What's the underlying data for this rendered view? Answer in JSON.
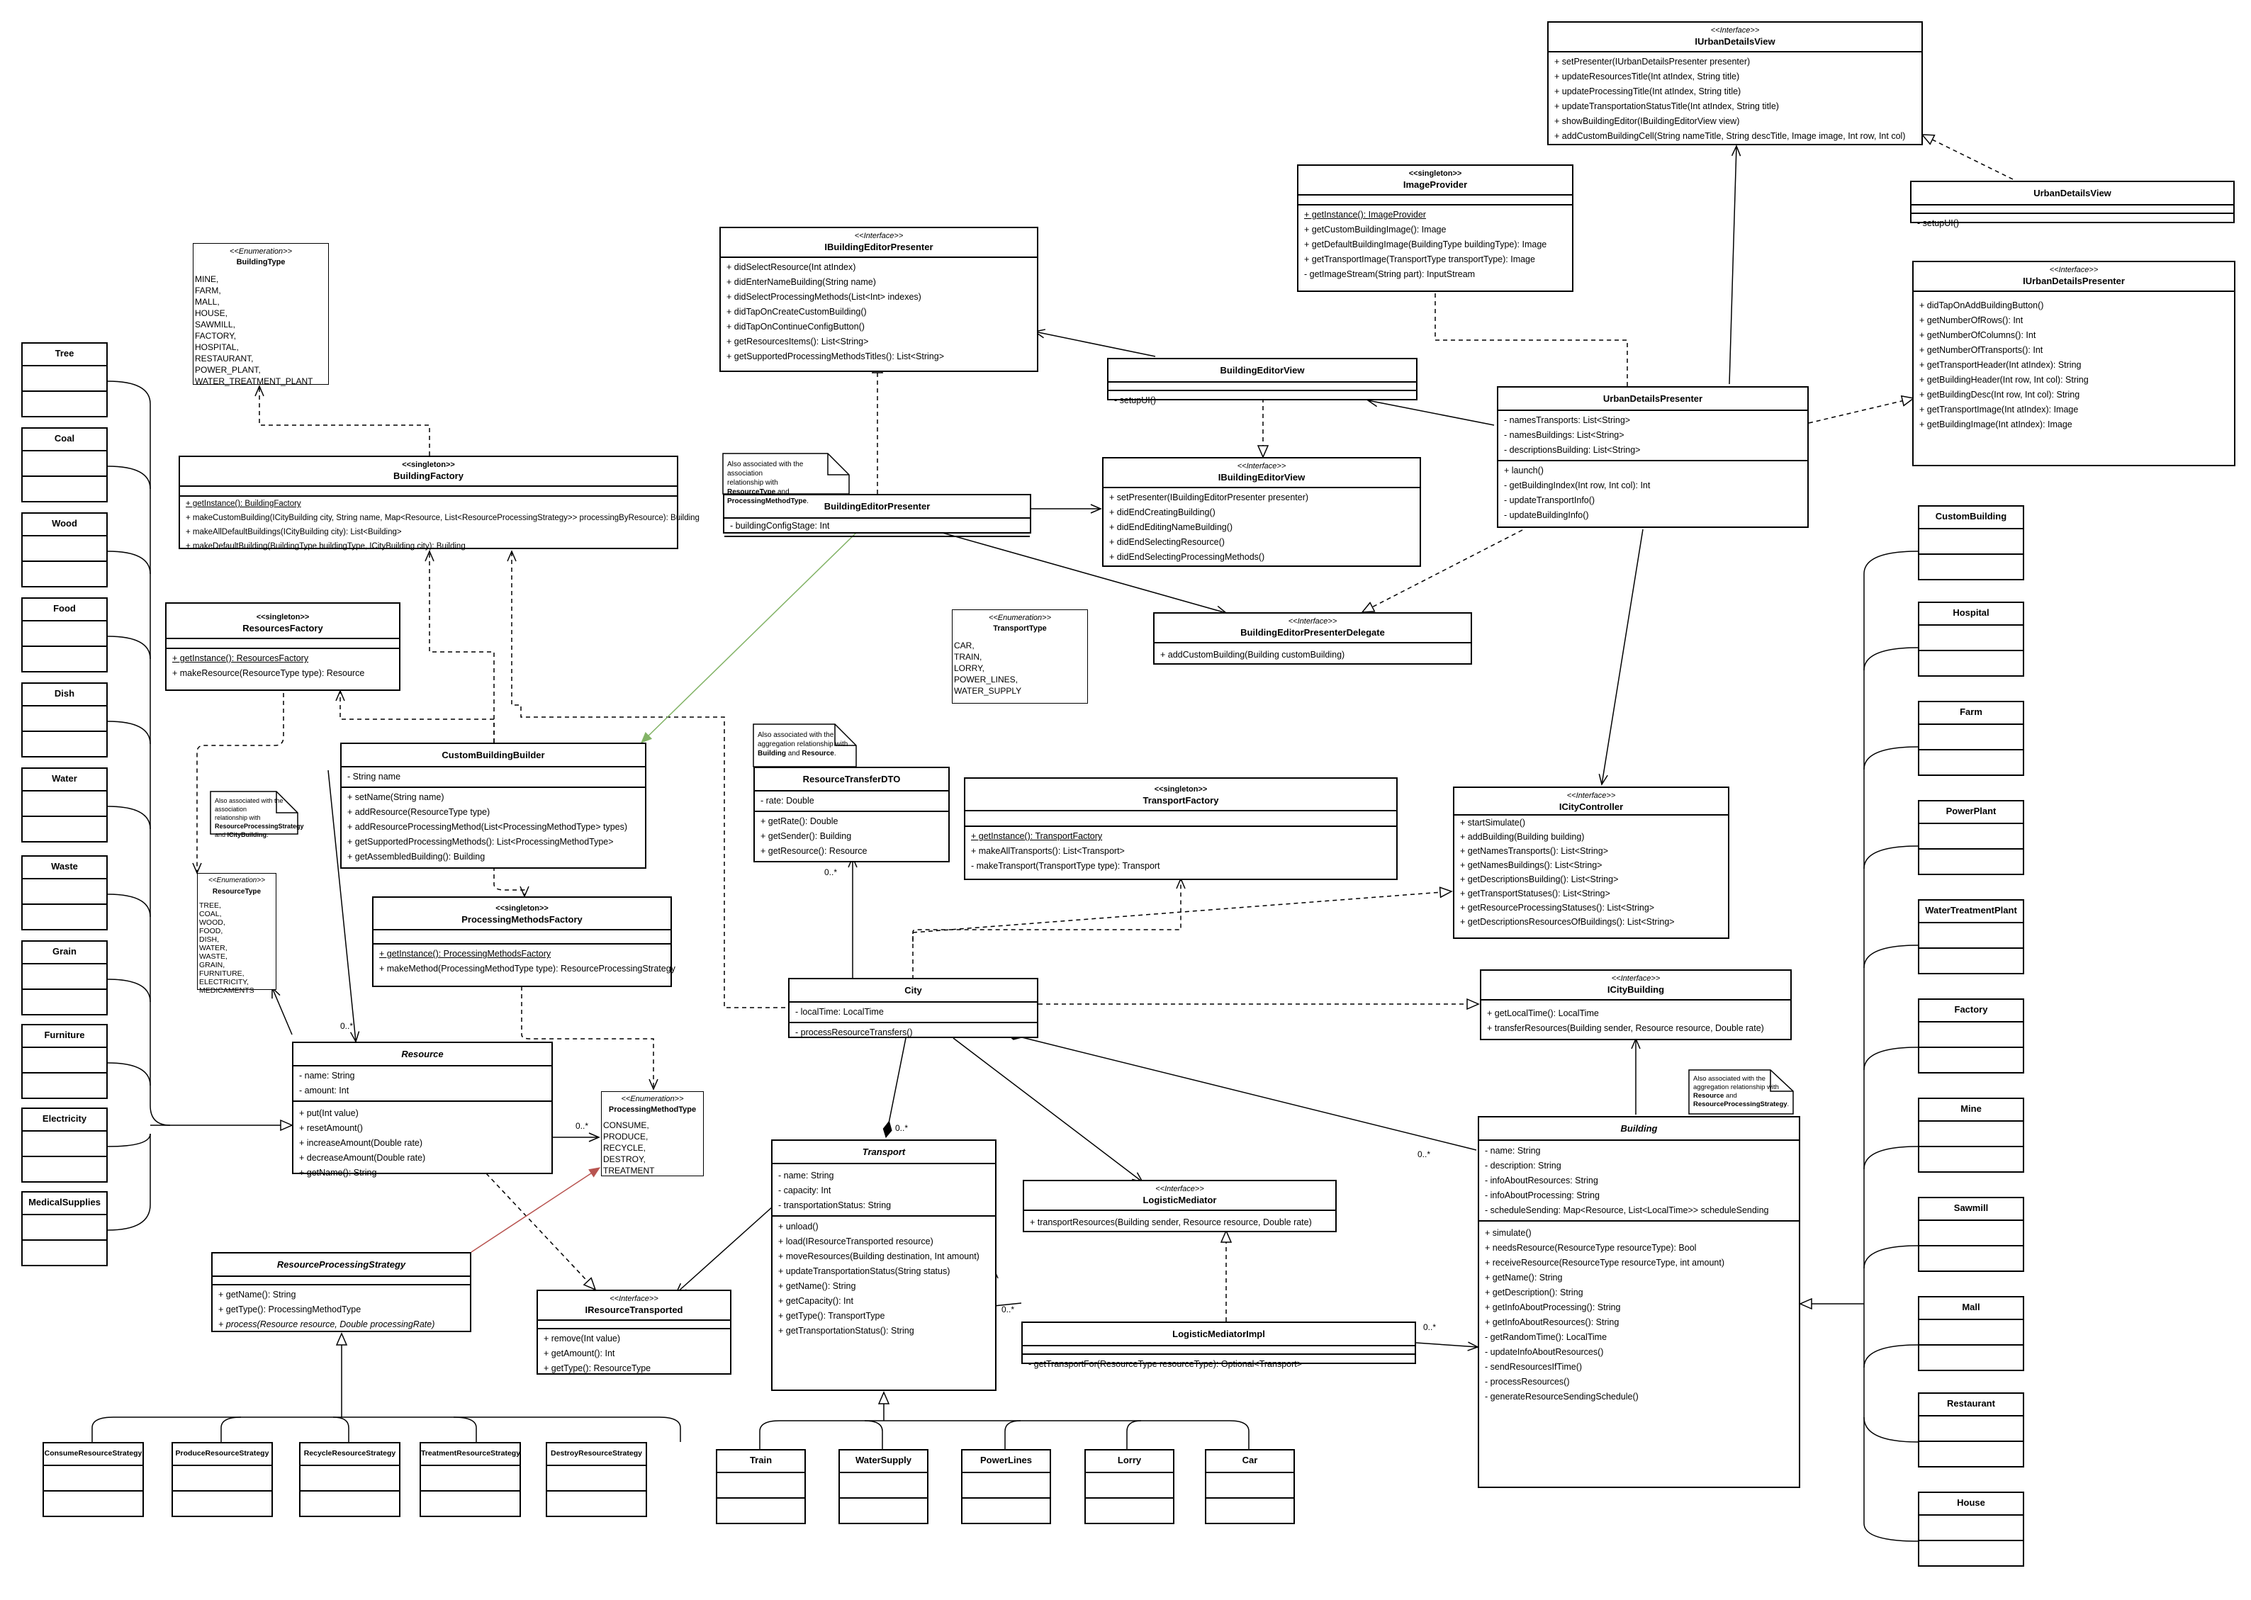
{
  "classes": {
    "iurban_view": {
      "stereotype": "<<Interface>>",
      "name": "IUrbanDetailsView",
      "methods": [
        "+ setPresenter(IUrbanDetailsPresenter presenter)",
        "+ updateResourcesTitle(Int atIndex, String title)",
        "+ updateProcessingTitle(Int atIndex, String title)",
        "+ updateTransportationStatusTitle(Int atIndex, String title)",
        "+ showBuildingEditor(IBuildingEditorView view)",
        "+ addCustomBuildingCell(String nameTitle, String descTitle, Image image, Int row, Int col)"
      ]
    },
    "urban_view": {
      "name": "UrbanDetailsView",
      "methods": [
        "- setupUI()"
      ]
    },
    "iurban_presenter": {
      "stereotype": "<<Interface>>",
      "name": "IUrbanDetailsPresenter",
      "methods": [
        "+ didTapOnAddBuildingButton()",
        "+ getNumberOfRows(): Int",
        "+ getNumberOfColumns(): Int",
        "+ getNumberOfTransports(): Int",
        "+ getTransportHeader(Int atIndex): String",
        "+ getBuildingHeader(Int row, Int col): String",
        "+ getBuildingDesc(Int row, Int col): String",
        "+ getTransportImage(Int atIndex): Image",
        "+ getBuildingImage(Int atIndex): Image"
      ]
    },
    "image_provider": {
      "stereotype": "<<singleton>>",
      "name": "ImageProvider",
      "methods": [
        "+ getInstance(): ImageProvider",
        "+ getCustomBuildingImage(): Image",
        "+ getDefaultBuildingImage(BuildingType buildingType): Image",
        "+ getTransportImage(TransportType transportType): Image",
        "- getImageStream(String part): InputStream"
      ]
    },
    "ibe_presenter": {
      "stereotype": "<<Interface>>",
      "name": "IBuildingEditorPresenter",
      "methods": [
        "+ didSelectResource(Int atIndex)",
        "+ didEnterNameBuilding(String name)",
        "+ didSelectProcessingMethods(List<Int> indexes)",
        "+ didTapOnCreateCustomBuilding()",
        "+ didTapOnContinueConfigButton()",
        "+ getResourcesItems(): List<String>",
        "+ getSupportedProcessingMethodsTitles(): List<String>"
      ]
    },
    "be_view": {
      "name": "BuildingEditorView",
      "methods": [
        "- setupUI()"
      ]
    },
    "urban_presenter": {
      "name": "UrbanDetailsPresenter",
      "attributes": [
        "- namesTransports: List<String>",
        "- namesBuildings: List<String>",
        "- descriptionsBuilding: List<String>"
      ],
      "methods": [
        "+ launch()",
        "- getBuildingIndex(Int row, Int col): Int",
        "- updateTransportInfo()",
        "- updateBuildingInfo()"
      ]
    },
    "building_type": {
      "stereotype": "<<Enumeration>>",
      "name": "BuildingType",
      "values": [
        "MINE,",
        "FARM,",
        "MALL,",
        "HOUSE,",
        "SAWMILL,",
        "FACTORY,",
        "HOSPITAL,",
        "RESTAURANT,",
        "POWER_PLANT,",
        "WATER_TREATMENT_PLANT"
      ]
    },
    "building_factory": {
      "stereotype": "<<singleton>>",
      "name": "BuildingFactory",
      "methods": [
        "+ getInstance(): BuildingFactory",
        "+ makeCustomBuilding(ICityBuilding city, String name, Map<Resource, List<ResourceProcessingStrategy>> processingByResource): Building",
        "+ makeAllDefaultBuildings(ICityBuilding city): List<Building>",
        "+ makeDefaultBuilding(BuildingType buildingType, ICityBuilding city): Building"
      ]
    },
    "be_presenter": {
      "name": "BuildingEditorPresenter",
      "attributes": [
        "- buildingConfigStage: Int"
      ]
    },
    "ibe_view": {
      "stereotype": "<<Interface>>",
      "name": "IBuildingEditorView",
      "methods": [
        "+ setPresenter(IBuildingEditorPresenter presenter)",
        "+ didEndCreatingBuilding()",
        "+ didEndEditingNameBuilding()",
        "+ didEndSelectingResource()",
        "+ didEndSelectingProcessingMethods()"
      ]
    },
    "be_delegate": {
      "stereotype": "<<Interface>>",
      "name": "BuildingEditorPresenterDelegate",
      "methods": [
        "+ addCustomBuilding(Building customBuilding)"
      ]
    },
    "resources_factory": {
      "stereotype": "<<singleton>>",
      "name": "ResourcesFactory",
      "methods": [
        "+ getInstance(): ResourcesFactory",
        "+ makeResource(ResourceType type): Resource"
      ]
    },
    "transport_type": {
      "stereotype": "<<Enumeration>>",
      "name": "TransportType",
      "values": [
        "CAR,",
        "TRAIN,",
        "LORRY,",
        "POWER_LINES,",
        "WATER_SUPPLY"
      ]
    },
    "custom_builder": {
      "name": "CustomBuildingBuilder",
      "attributes": [
        "- String name"
      ],
      "methods": [
        "+ setName(String name)",
        "+ addResource(ResourceType type)",
        "+ addResourceProcessingMethod(List<ProcessingMethodType> types)",
        "+ getSupportedProcessingMethods(): List<ProcessingMethodType>",
        "+ getAssembledBuilding(): Building"
      ]
    },
    "resource_dto": {
      "name": "ResourceTransferDTO",
      "attributes": [
        "- rate: Double"
      ],
      "methods": [
        "+ getRate(): Double",
        "+ getSender(): Building",
        "+ getResource(): Resource"
      ]
    },
    "transport_factory": {
      "stereotype": "<<singleton>>",
      "name": "TransportFactory",
      "methods": [
        "+ getInstance(): TransportFactory",
        "+ makeAllTransports(): List<Transport>",
        "- makeTransport(TransportType type): Transport"
      ]
    },
    "icity_controller": {
      "stereotype": "<<Interface>>",
      "name": "ICityController",
      "methods": [
        "+ startSimulate()",
        "+ addBuilding(Building building)",
        "+ getNamesTransports(): List<String>",
        "+ getNamesBuildings(): List<String>",
        "+ getDescriptionsBuilding(): List<String>",
        "+ getTransportStatuses(): List<String>",
        "+ getResourceProcessingStatuses(): List<String>",
        "+ getDescriptionsResourcesOfBuildings(): List<String>"
      ]
    },
    "resource_type": {
      "stereotype": "<<Enumeration>>",
      "name": "ResourceType",
      "values": [
        "TREE,",
        "COAL,",
        "WOOD,",
        "FOOD,",
        "DISH,",
        "WATER,",
        "WASTE,",
        "GRAIN,",
        "FURNITURE,",
        "ELECTRICITY,",
        "MEDICAMENTS"
      ]
    },
    "pm_factory": {
      "stereotype": "<<singleton>>",
      "name": "ProcessingMethodsFactory",
      "methods": [
        "+ getInstance(): ProcessingMethodsFactory",
        "+ makeMethod(ProcessingMethodType type): ResourceProcessingStrategy"
      ]
    },
    "city": {
      "name": "City",
      "attributes": [
        "- localTime: LocalTime"
      ],
      "methods": [
        "- processResourceTransfers()"
      ]
    },
    "icity_building": {
      "stereotype": "<<Interface>>",
      "name": "ICityBuilding",
      "methods": [
        "+ getLocalTime(): LocalTime",
        "+ transferResources(Building sender, Resource resource, Double rate)"
      ]
    },
    "resource": {
      "name": "Resource",
      "attributes": [
        "- name: String",
        "- amount: Int"
      ],
      "methods": [
        "+ put(Int value)",
        "+ resetAmount()",
        "+ increaseAmount(Double rate)",
        "+ decreaseAmount(Double rate)",
        "+ getName(): String"
      ]
    },
    "pm_type": {
      "stereotype": "<<Enumeration>>",
      "name": "ProcessingMethodType",
      "values": [
        "CONSUME,",
        "PRODUCE,",
        "RECYCLE,",
        "DESTROY,",
        "TREATMENT"
      ]
    },
    "transport": {
      "name": "Transport",
      "attributes": [
        "- name: String",
        "- capacity: Int",
        "- transportationStatus: String"
      ],
      "methods": [
        "+ unload()",
        "+ load(IResourceTransported resource)",
        "+ moveResources(Building destination, Int amount)",
        "+ updateTransportationStatus(String status)",
        "+ getName(): String",
        "+ getCapacity(): Int",
        "+ getType(): TransportType",
        "+ getTransportationStatus(): String"
      ]
    },
    "logistic_mediator": {
      "stereotype": "<<Interface>>",
      "name": "LogisticMediator",
      "methods": [
        "+ transportResources(Building sender, Resource resource, Double rate)"
      ]
    },
    "building": {
      "name": "Building",
      "attributes": [
        "- name: String",
        "- description: String",
        "- infoAboutResources: String",
        "- infoAboutProcessing: String",
        "- scheduleSending: Map<Resource, List<LocalTime>> scheduleSending"
      ],
      "methods": [
        "+ simulate()",
        "+ needsResource(ResourceType resourceType): Bool",
        "+ receiveResource(ResourceType resourceType, int amount)",
        "+ getName(): String",
        "+ getDescription(): String",
        "+ getInfoAboutProcessing(): String",
        "+ getInfoAboutResources(): String",
        "- getRandomTime(): LocalTime",
        "- updateInfoAboutResources()",
        "- sendResourcesIfTime()",
        "- processResources()",
        "- generateResourceSendingSchedule()"
      ]
    },
    "rps": {
      "name": "ResourceProcessingStrategy",
      "methods": [
        "+ getName(): String",
        "+ getType(): ProcessingMethodType",
        "+ process(Resource resource, Double processingRate)"
      ]
    },
    "iresource_transported": {
      "stereotype": "<<Interface>>",
      "name": "IResourceTransported",
      "methods": [
        "+ remove(Int value)",
        "+ getAmount(): Int",
        "+ getType(): ResourceType"
      ]
    },
    "logistic_impl": {
      "name": "LogisticMediatorImpl",
      "methods": [
        "- getTransportFor(ResourceType resourceType): Optional<Transport>"
      ]
    }
  },
  "resource_subclasses": [
    "Tree",
    "Coal",
    "Wood",
    "Food",
    "Dish",
    "Water",
    "Waste",
    "Grain",
    "Furniture",
    "Electricity",
    "MedicalSupplies"
  ],
  "building_subclasses": [
    "CustomBuilding",
    "Hospital",
    "Farm",
    "PowerPlant",
    "WaterTreatmentPlant",
    "Factory",
    "Mine",
    "Sawmill",
    "Mall",
    "Restaurant",
    "House"
  ],
  "strategy_subclasses": [
    "ConsumeResourceStrategy",
    "ProduceResourceStrategy",
    "RecycleResourceStrategy",
    "TreatmentResourceStrategy",
    "DestroyResourceStrategy"
  ],
  "transport_subclasses": [
    "Train",
    "WaterSupply",
    "PowerLines",
    "Lorry",
    "Car"
  ],
  "notes": {
    "n1": [
      "Also associated with the association",
      "relationship with ",
      "ResourceType",
      " and ",
      "ProcessingMethodType",
      "."
    ],
    "n2": [
      "Also associated with the",
      "aggregation relationship with",
      "Building",
      " and ",
      "Resource",
      "."
    ],
    "n3": [
      "Also associated with the association",
      "relationship with",
      "ResourceProcessingStrategy",
      " and ",
      "ICityBuilding",
      "."
    ],
    "n4": [
      "Also associated with the",
      "aggregation relationship with",
      "Resource",
      " and ",
      "ResourceProcessingStrategy",
      "."
    ]
  },
  "multiplicities": {
    "m_res": "0..*",
    "m_pm": "0..*",
    "m_dto": "0..*",
    "m_tr": "0..*",
    "m_bld": "0..*",
    "m_li_bld": "0..*",
    "m_li_tr": "0..*"
  }
}
